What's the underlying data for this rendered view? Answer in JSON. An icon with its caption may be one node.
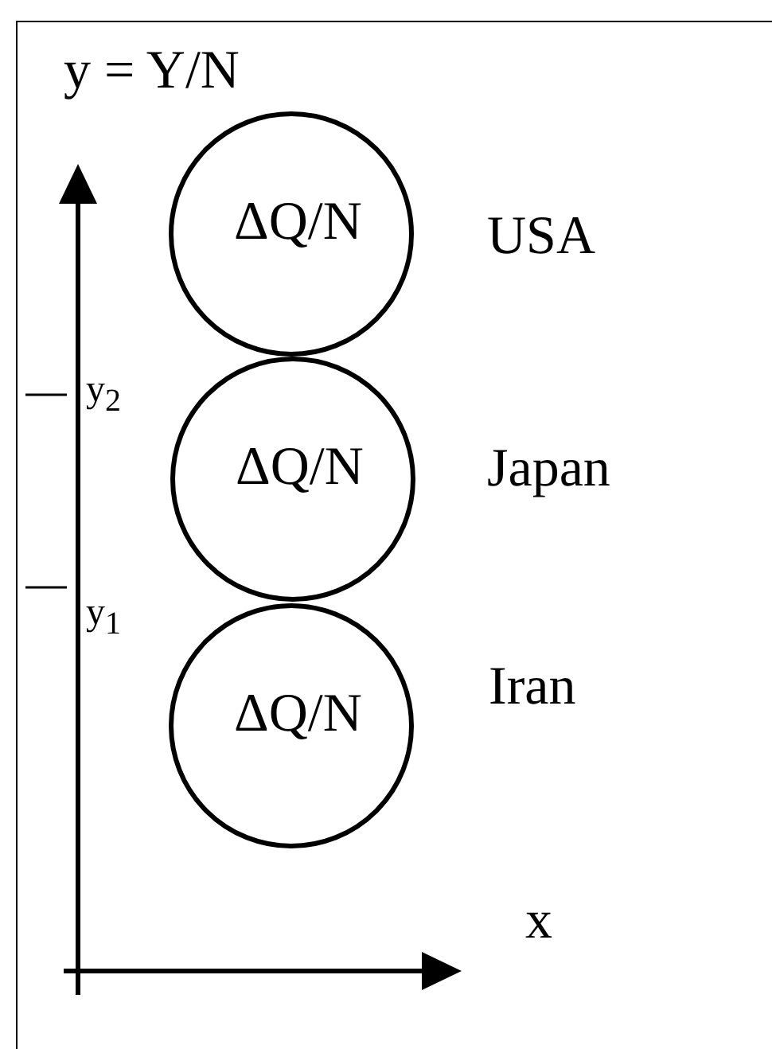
{
  "diagram": {
    "nodes": [
      {
        "text": [
          "ΔQ/N"
        ],
        "beside": [
          "USA"
        ]
      },
      {
        "text": [
          "ΔQ/N"
        ],
        "beside": [
          "Japan"
        ]
      },
      {
        "text": [
          "ΔQ/N"
        ],
        "beside": [
          "Iran"
        ]
      }
    ],
    "labels": [
      "y = Y/N",
      "y$_{2}$",
      "y$_{1}$",
      "x"
    ]
  }
}
